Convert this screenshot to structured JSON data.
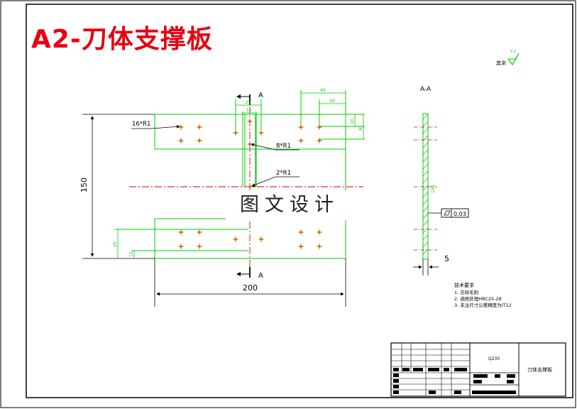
{
  "title": "A2-刀体支撑板",
  "watermark": "图文设计",
  "roughness_note": "其余",
  "roughness_value": "3.2",
  "section_cut_label": "A",
  "section_view_title": "A-A",
  "holes": {
    "corner_holes": "16*R1",
    "middle_holes": "8*R1",
    "center_holes": "2*R1"
  },
  "dims": {
    "width": "200",
    "height": "150",
    "top_40": "40",
    "top_20": "20",
    "top_25": "25",
    "top_15": "15",
    "right_10": "10",
    "right_30": "30",
    "left_25": "25",
    "left_15": "15",
    "section_thickness": "5",
    "section_height": "150",
    "flatness": "0.03"
  },
  "tech_req": {
    "heading": "技术要求",
    "lines": [
      "1. 去除毛刺",
      "2. 调质处理HRC25-28",
      "3. 未注尺寸公差精度为IT12"
    ]
  },
  "title_block": {
    "material": "Q235",
    "part_name": "刀体支撑板"
  },
  "colors": {
    "geometry": "#00cc00",
    "centerline": "#cc0000",
    "hole": "#cc6600",
    "title": "#e60012"
  }
}
